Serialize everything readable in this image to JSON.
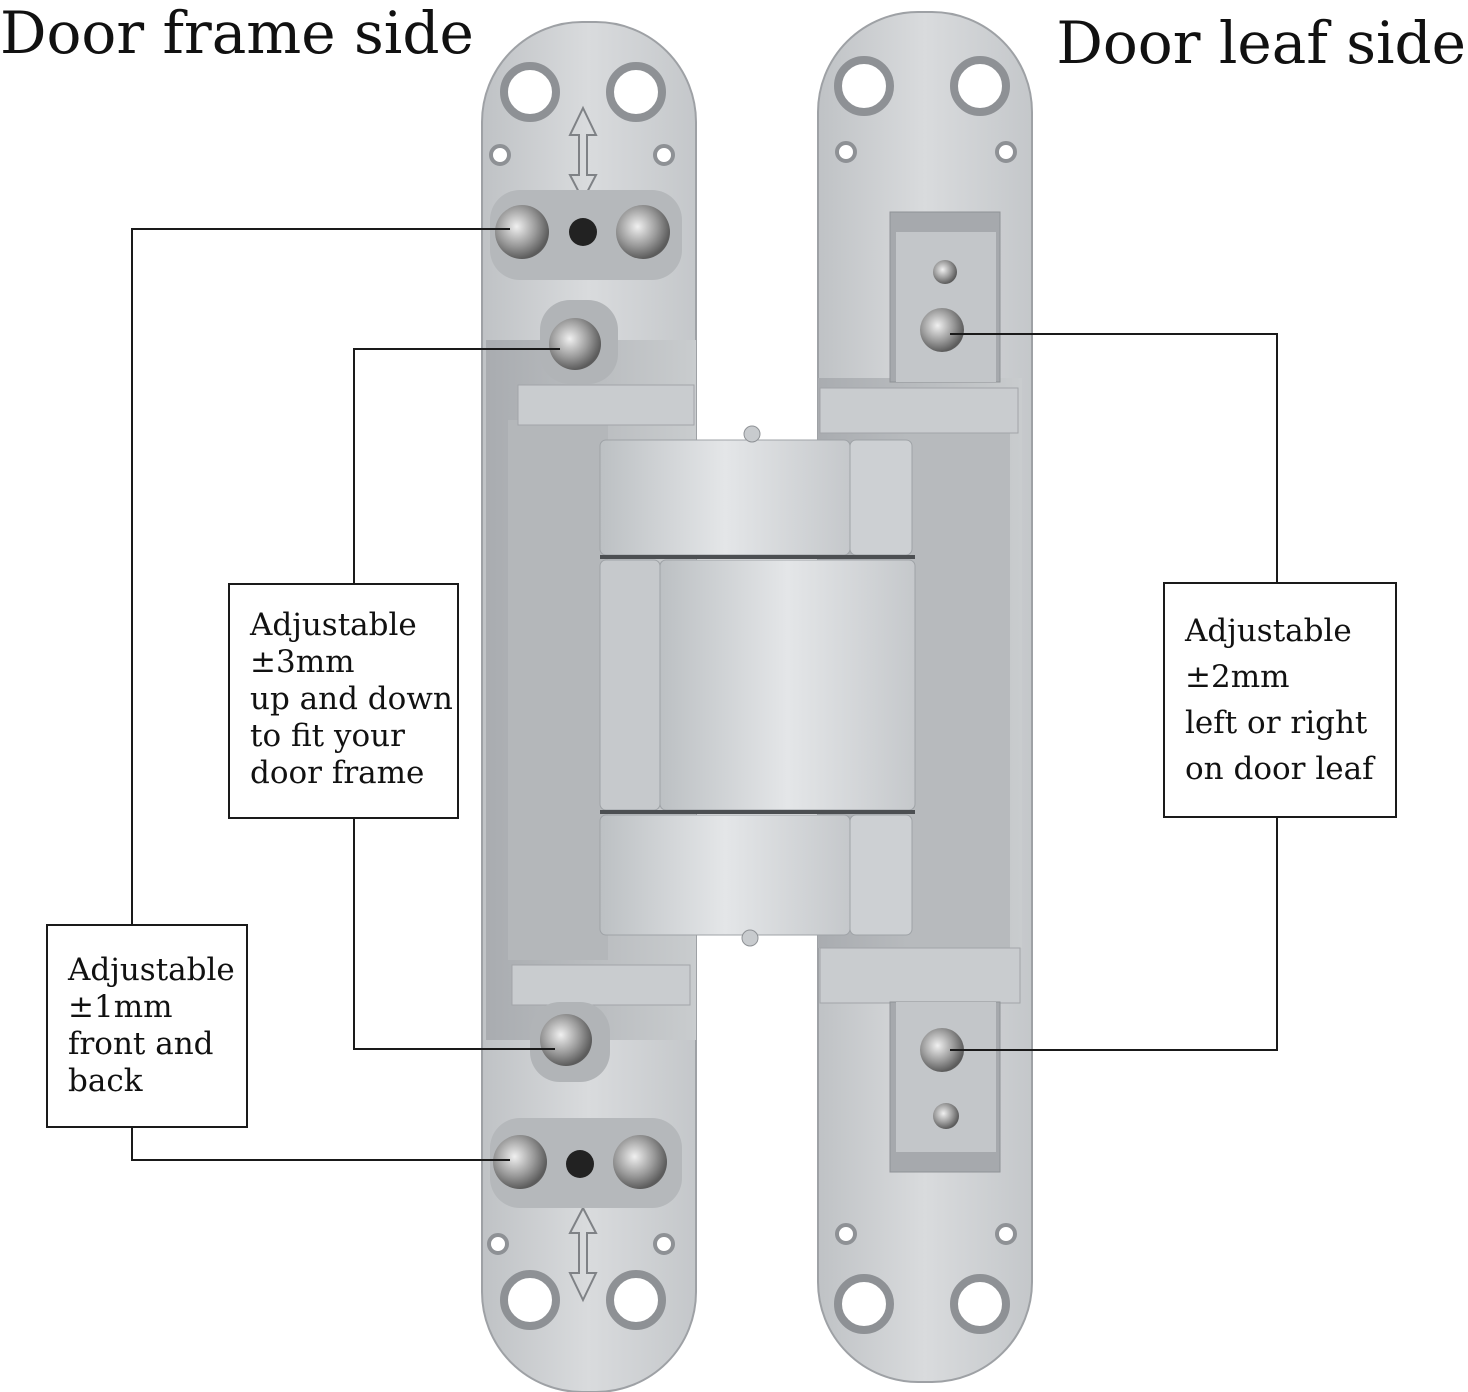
{
  "titles": {
    "left": "Door frame side",
    "right": "Door leaf side"
  },
  "callouts": {
    "front_back": {
      "lines": [
        "Adjustable",
        "±1mm",
        "front and",
        "back"
      ]
    },
    "up_down": {
      "lines": [
        "Adjustable",
        "±3mm",
        "up and down",
        "to fit your",
        "door frame"
      ]
    },
    "left_right": {
      "lines": [
        "Adjustable",
        "±2mm",
        "left or right",
        "on door leaf"
      ]
    }
  },
  "colors": {
    "metal_light": "#d6d8da",
    "metal_mid": "#b9bcbf",
    "metal_dark": "#9a9da1",
    "line": "#1a1a1a"
  }
}
